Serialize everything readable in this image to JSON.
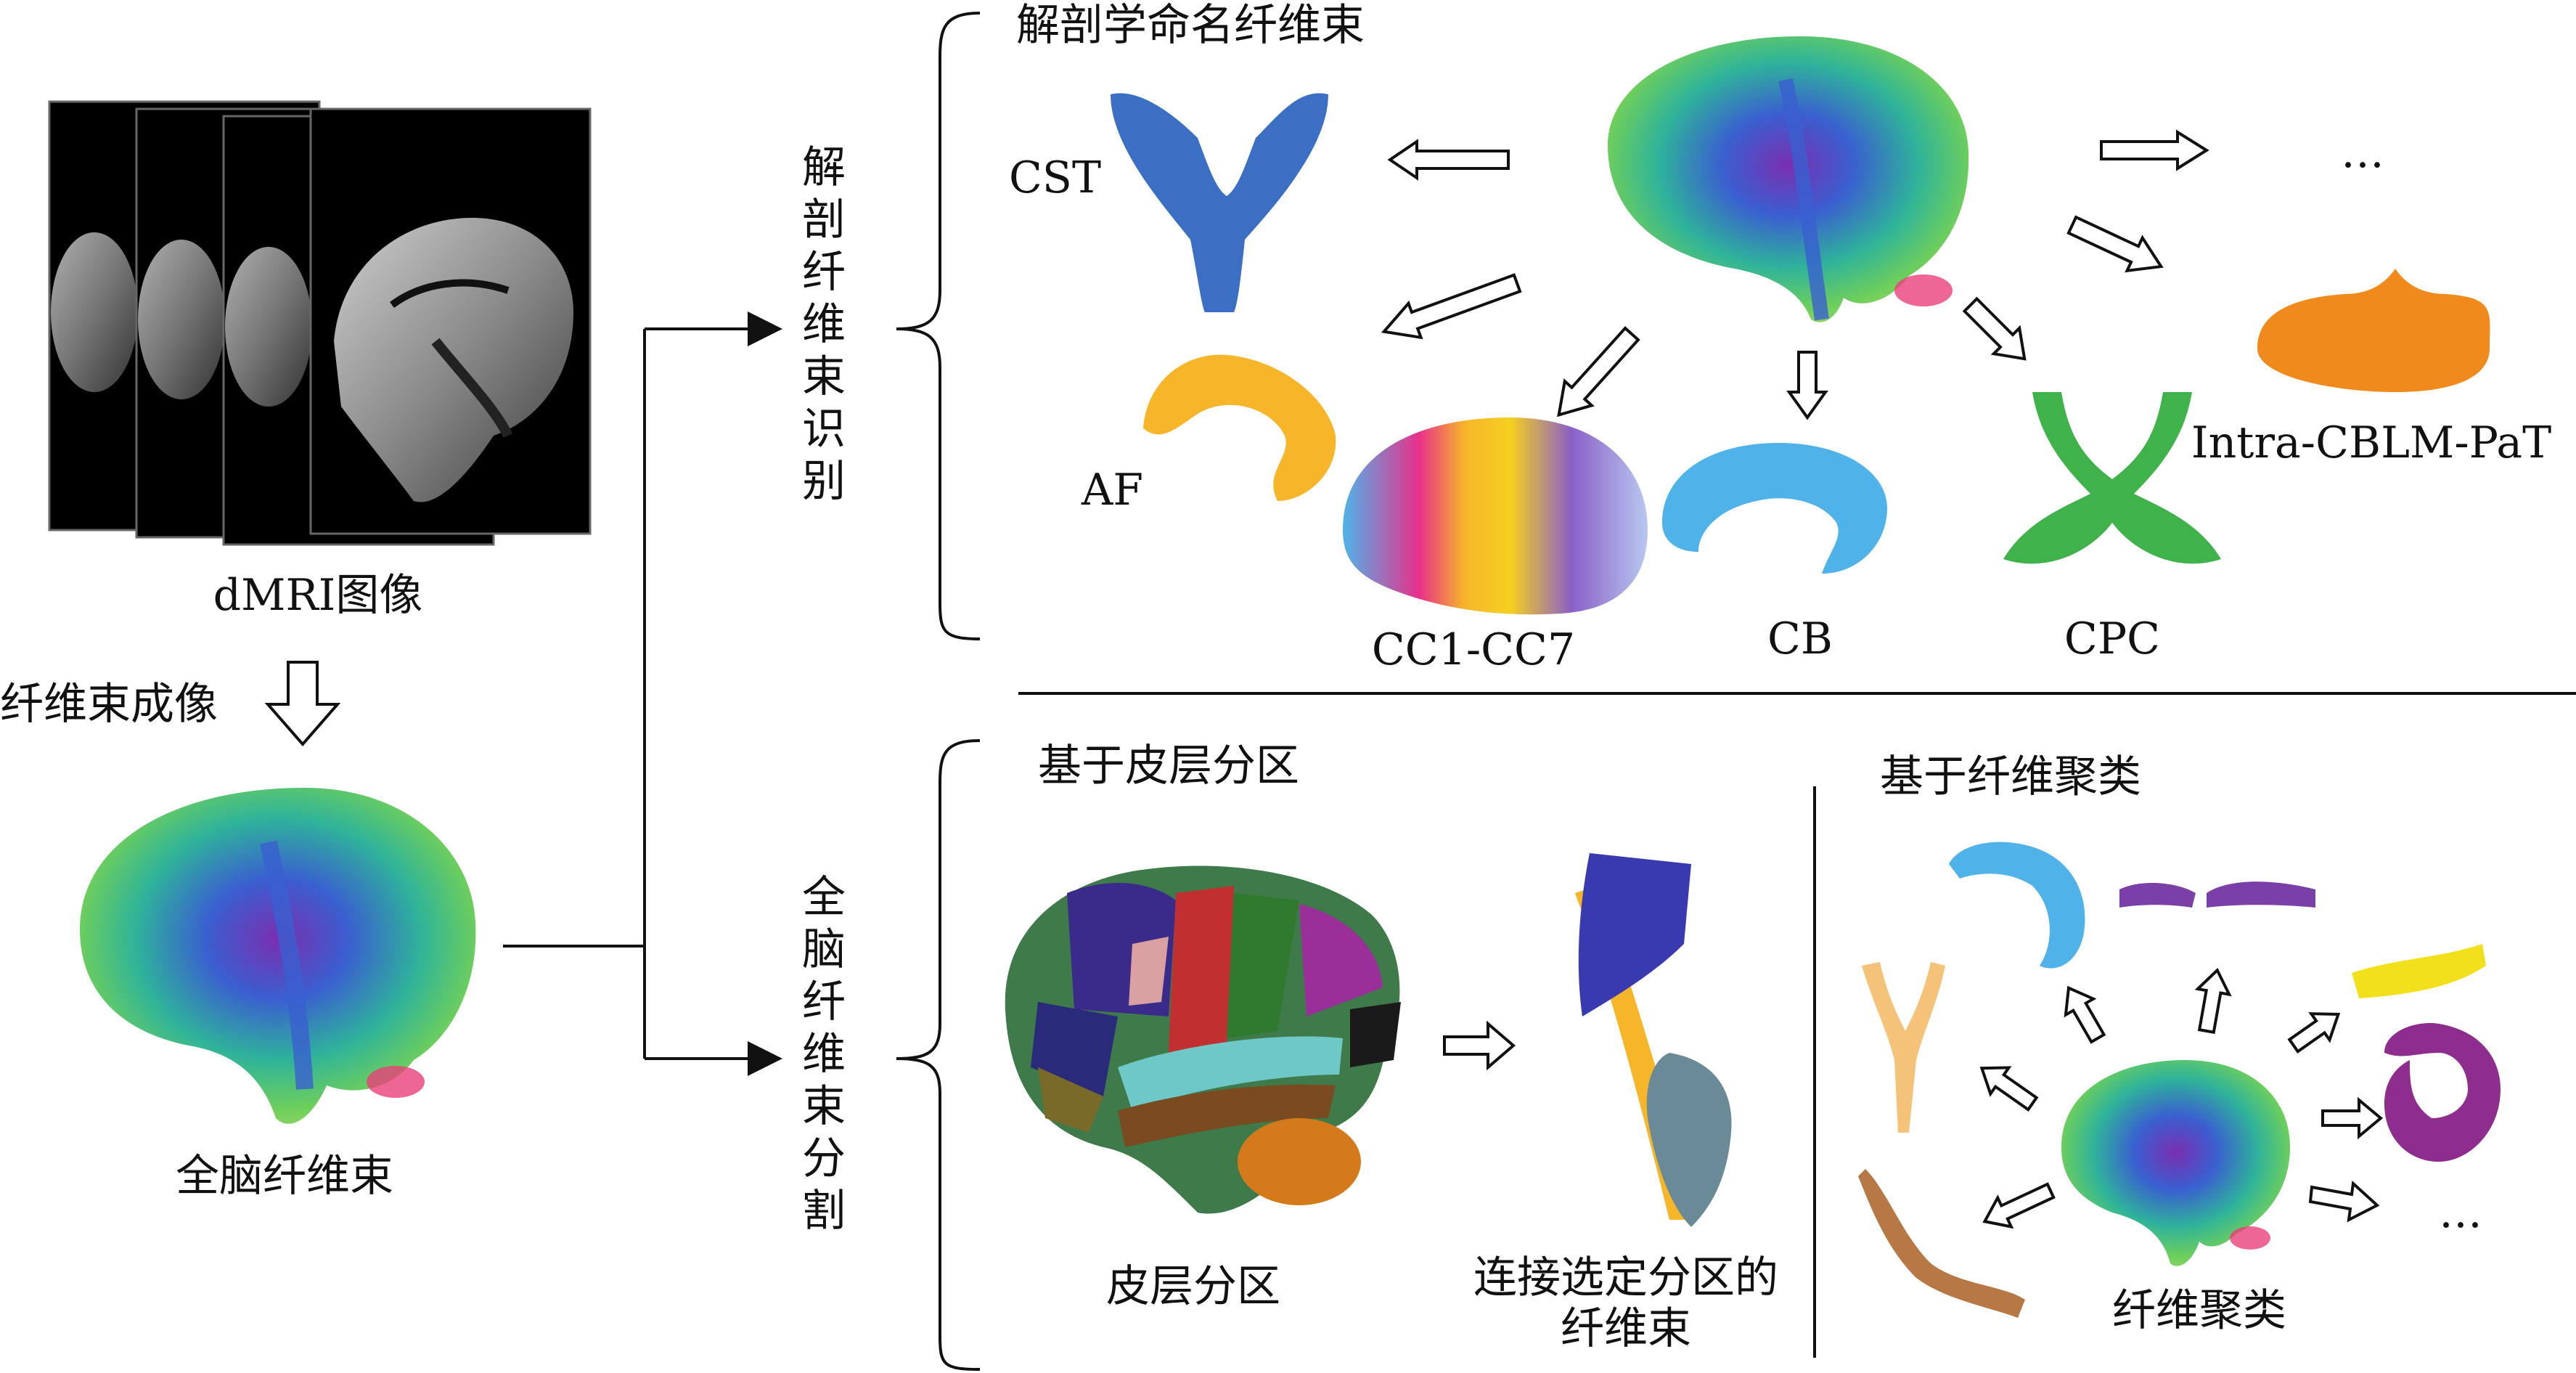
{
  "left": {
    "dmri_label": "dMRI图像",
    "tractography_label": "纤维束成像",
    "wholebrain_label": "全脑纤维束"
  },
  "branches": {
    "anatomical_vertical": "解剖纤维束识别",
    "wholebrain_vertical": "全脑纤维束分割"
  },
  "top_panel": {
    "title": "解剖学命名纤维束",
    "bundles": {
      "cst": "CST",
      "af": "AF",
      "cc": "CC1-CC7",
      "cb": "CB",
      "cpc": "CPC",
      "intra": "Intra-CBLM-PaT",
      "more": "…"
    }
  },
  "bottom_left_panel": {
    "title": "基于皮层分区",
    "parcellation_label": "皮层分区",
    "selected_label_line1": "连接选定分区的",
    "selected_label_line2": "纤维束"
  },
  "bottom_right_panel": {
    "title": "基于纤维聚类",
    "clusters_label": "纤维聚类",
    "more": "…"
  },
  "colors": {
    "cst": "#3a6fc4",
    "af": "#f7b52a",
    "cb": "#4fb3ea",
    "cpc": "#3fb34a",
    "intra": "#f08a1c",
    "cluster_purple": "#7b3fa8",
    "cluster_yellow": "#f2e01c",
    "cluster_brown": "#b87845",
    "cluster_peach": "#f5c27a",
    "cluster_magenta": "#8e2d8e"
  }
}
